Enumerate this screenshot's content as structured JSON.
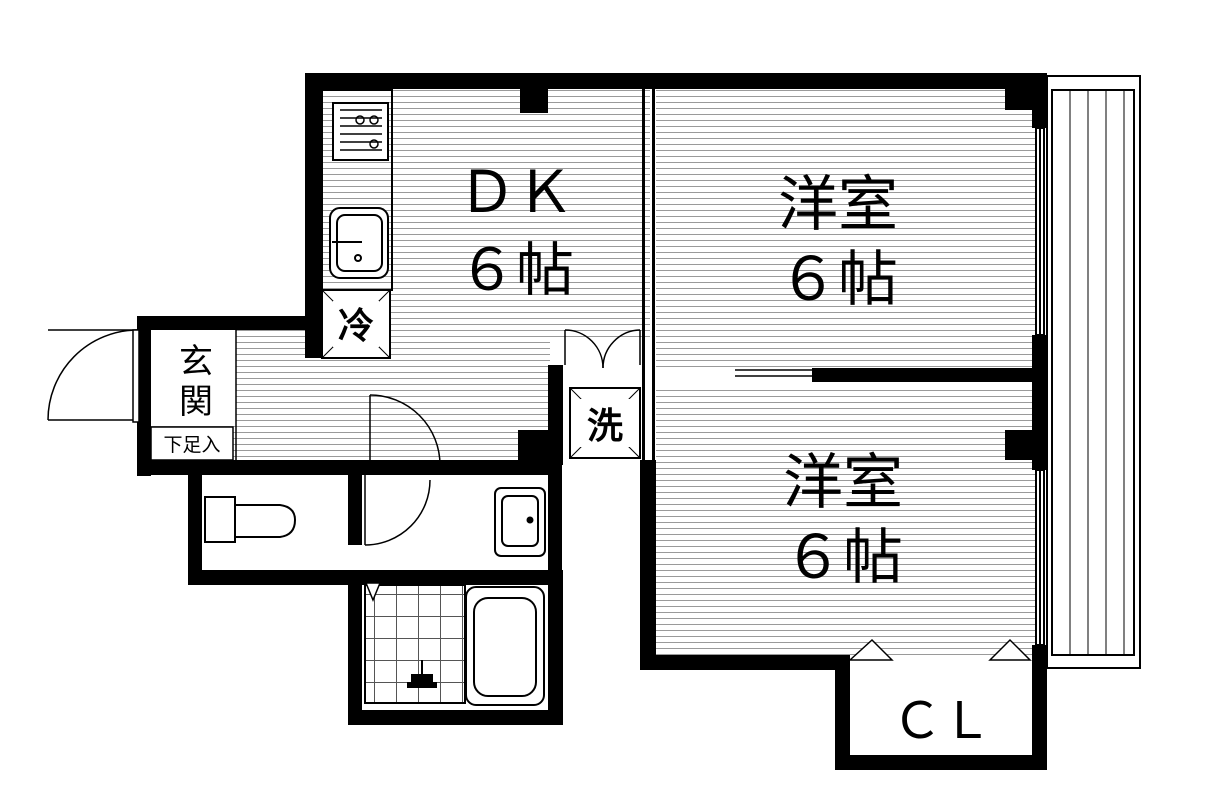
{
  "rooms": {
    "dk": {
      "name": "ＤＫ",
      "size": "６帖"
    },
    "western_room_1": {
      "name": "洋室",
      "size": "６帖"
    },
    "western_room_2": {
      "name": "洋室",
      "size": "６帖"
    },
    "closet": {
      "name": "ＣＬ"
    },
    "entrance": {
      "name_line1": "玄",
      "name_line2": "関",
      "shoe_cabinet": "下足入"
    },
    "fridge": {
      "label": "冷"
    },
    "washer": {
      "label": "洗"
    }
  }
}
